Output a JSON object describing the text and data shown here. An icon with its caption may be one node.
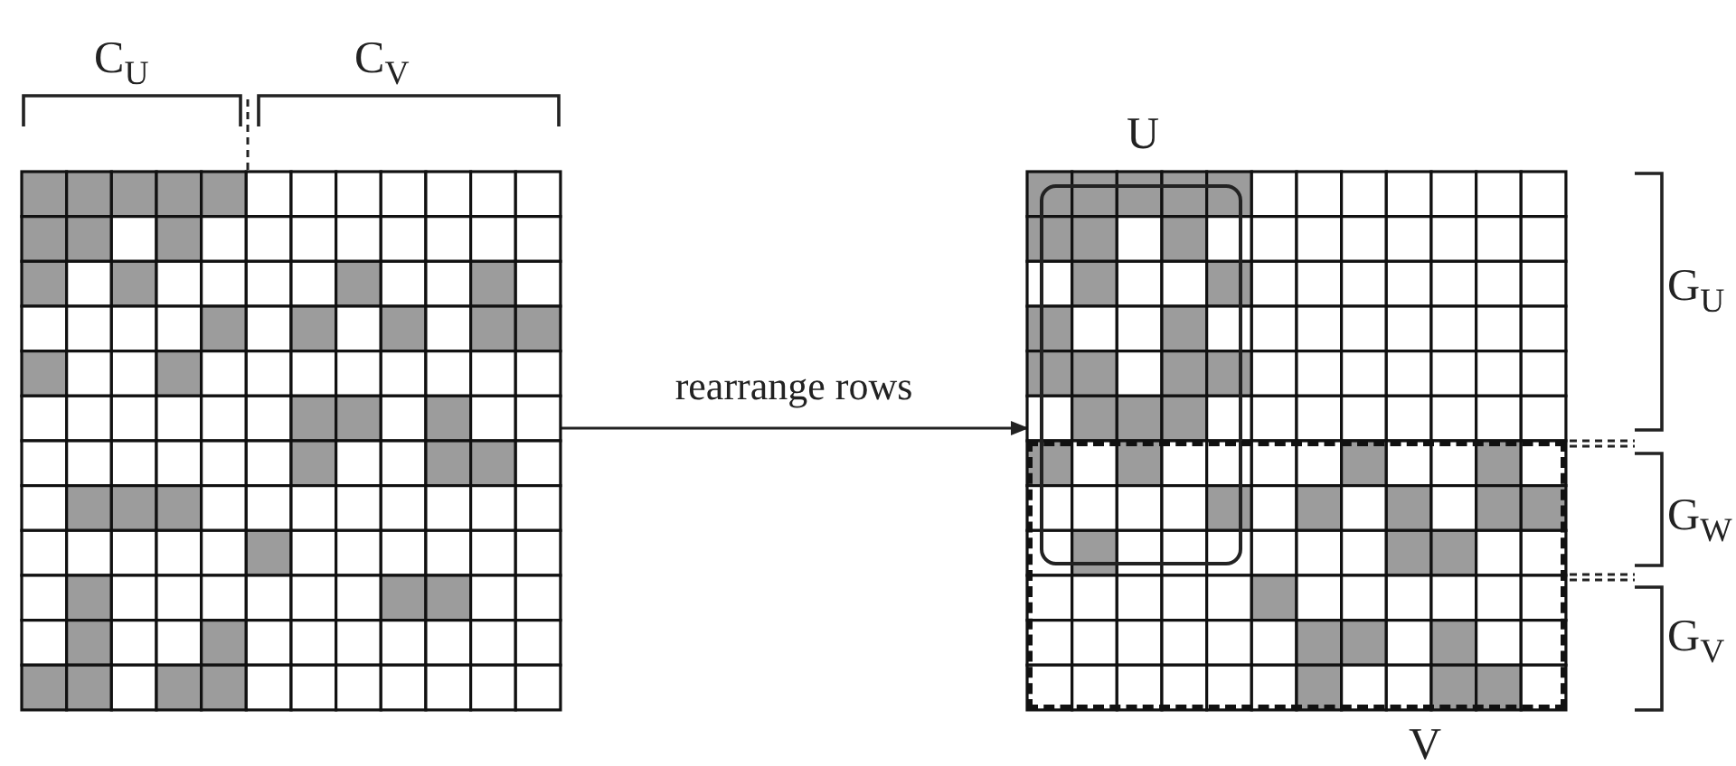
{
  "diagram": {
    "nodes": [
      {
        "text": [],
        "shape": "box"
      },
      {
        "text": [],
        "shape": "box"
      },
      {
        "text": [
          "U"
        ],
        "in": 1
      },
      {
        "text": [
          "V"
        ],
        "in": 1
      }
    ],
    "edges": [
      {
        "from": 0,
        "to": 1,
        "arrow": "to",
        "label": "rearrange rows"
      }
    ],
    "labels": [
      "C$_{U}$",
      "C$_{V}$",
      "G$_{U}$",
      "G$_{W}$",
      "G$_{V}$"
    ]
  }
}
